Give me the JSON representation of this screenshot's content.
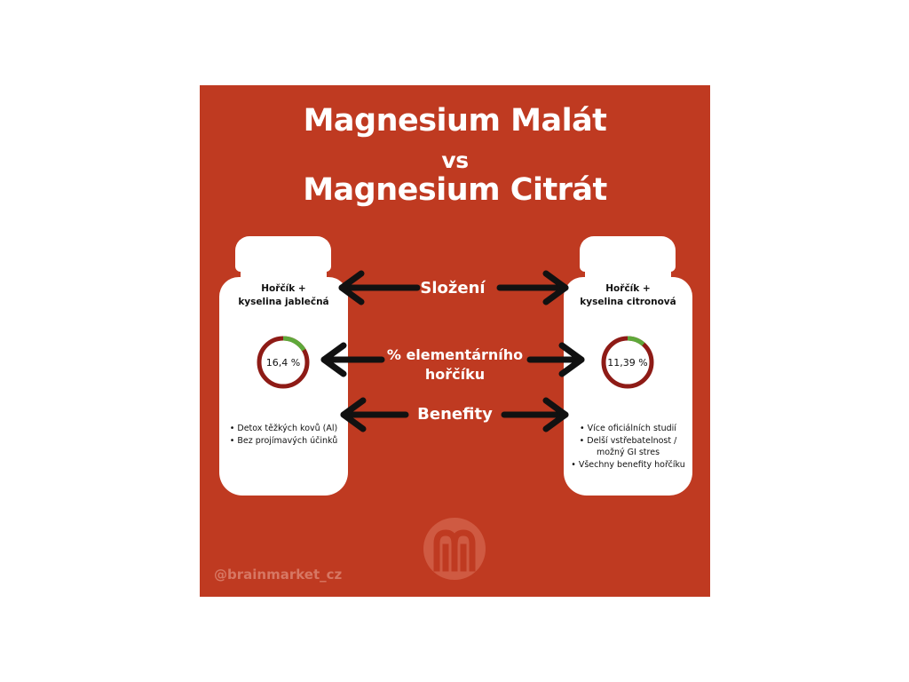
{
  "title": {
    "line1": "Magnesium Malát",
    "line2": "vs",
    "line3": "Magnesium Citrát"
  },
  "rows": {
    "composition": "Složení",
    "elemental_line1": "% elementárního",
    "elemental_line2": "hořčíku",
    "benefits": "Benefity"
  },
  "left_bottle": {
    "composition_line1": "Hořčík +",
    "composition_line2": "kyselina jablečná",
    "percent_label": "16,4 %",
    "percent_value": 16.4,
    "benefits": [
      "• Detox těžkých kovů (Al)",
      "• Bez projímavých účinků"
    ]
  },
  "right_bottle": {
    "composition_line1": "Hořčík +",
    "composition_line2": "kyselina citronová",
    "percent_label": "11,39 %",
    "percent_value": 11.39,
    "benefits": [
      "• Více oficiálních studií",
      "• Delší vstřebatelnost /",
      "možný GI stres",
      "• Všechny benefity hořčíku"
    ]
  },
  "watermark": "@brainmarket_cz",
  "colors": {
    "background": "#bf3a21",
    "ring_track": "#8e1b16",
    "ring_fill": "#5fa83a",
    "arrow": "#111111"
  }
}
